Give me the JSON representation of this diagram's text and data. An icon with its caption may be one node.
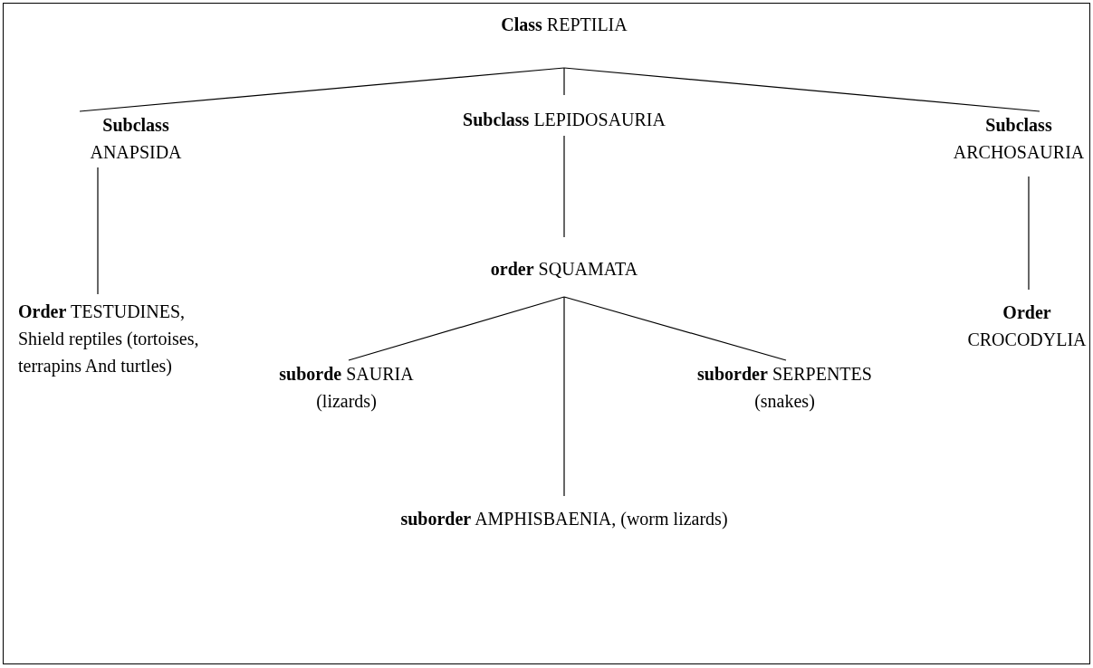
{
  "diagram": {
    "nodes": [
      {
        "text": [
          "**Class** REPTILIA"
        ]
      },
      {
        "text": [
          "**Subclass** ANAPSIDA"
        ]
      },
      {
        "text": [
          "**Subclass** LEPIDOSAURIA"
        ]
      },
      {
        "text": [
          "**Subclass** ARCHOSAURIA"
        ]
      },
      {
        "text": [
          "**Order** TESTUDINES, Shield reptiles (tortoises, terrapins And turtles)"
        ]
      },
      {
        "text": [
          "**order** SQUAMATA"
        ]
      },
      {
        "text": [
          "**suborde** SAURIA (lizards)"
        ]
      },
      {
        "text": [
          "**suborder** SERPENTES (snakes)"
        ]
      },
      {
        "text": [
          "**Order** CROCODYLIA"
        ]
      },
      {
        "text": [
          "**suborder** AMPHISBAENIA, (worm lizards)"
        ]
      }
    ],
    "edges": [
      {
        "from": 0,
        "to": 1,
        "arrow": "none"
      },
      {
        "from": 0,
        "to": 2,
        "arrow": "none"
      },
      {
        "from": 0,
        "to": 3,
        "arrow": "none"
      },
      {
        "from": 1,
        "to": 4,
        "arrow": "none"
      },
      {
        "from": 2,
        "to": 5,
        "arrow": "none"
      },
      {
        "from": 3,
        "to": 8,
        "arrow": "none"
      },
      {
        "from": 5,
        "to": 6,
        "arrow": "none"
      },
      {
        "from": 5,
        "to": 9,
        "arrow": "none"
      },
      {
        "from": 5,
        "to": 7,
        "arrow": "none"
      }
    ]
  }
}
